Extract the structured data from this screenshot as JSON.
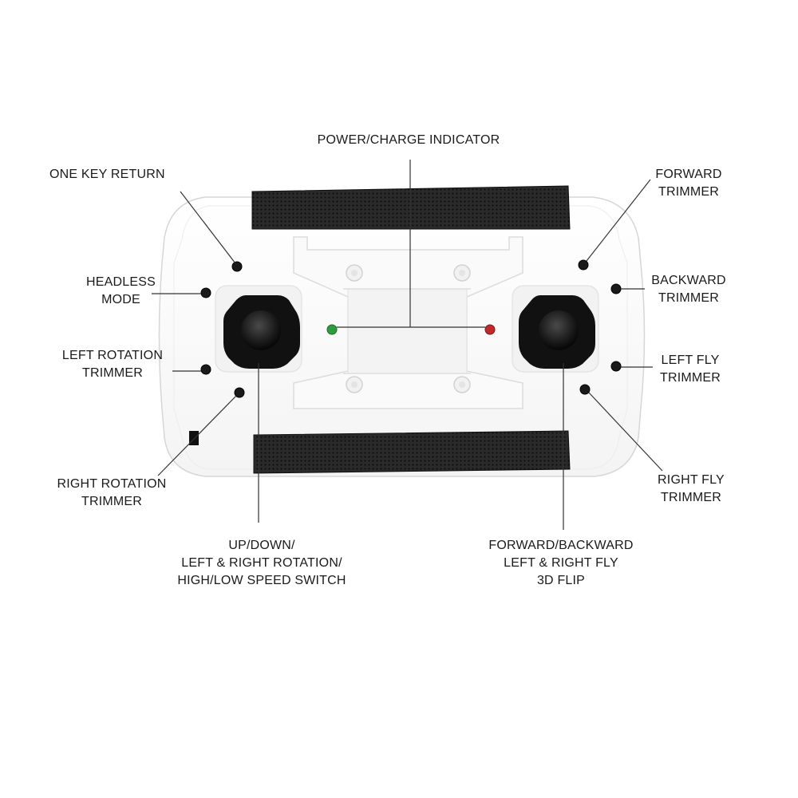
{
  "labels": {
    "power_charge_indicator": "POWER/CHARGE INDICATOR",
    "one_key_return": "ONE KEY RETURN",
    "headless_mode": [
      "HEADLESS",
      "MODE"
    ],
    "left_rotation_trimmer": [
      "LEFT ROTATION",
      "TRIMMER"
    ],
    "right_rotation_trimmer": [
      "RIGHT ROTATION",
      "TRIMMER"
    ],
    "left_stick": [
      "UP/DOWN/",
      "LEFT & RIGHT ROTATION/",
      "HIGH/LOW SPEED SWITCH"
    ],
    "forward_trimmer": [
      "FORWARD",
      "TRIMMER"
    ],
    "backward_trimmer": [
      "BACKWARD",
      "TRIMMER"
    ],
    "left_fly_trimmer": [
      "LEFT FLY",
      "TRIMMER"
    ],
    "right_fly_trimmer": [
      "RIGHT FLY",
      "TRIMMER"
    ],
    "right_stick": [
      "FORWARD/BACKWARD",
      "LEFT & RIGHT FLY",
      "3D FLIP"
    ]
  },
  "colors": {
    "body": "#ffffff",
    "outline": "#d4d4d4",
    "grip": "#1c1c1c",
    "joystick": "#141414",
    "power_led": "#2e9c3c",
    "charge_led": "#c0282a",
    "leader_line": "#333333"
  }
}
